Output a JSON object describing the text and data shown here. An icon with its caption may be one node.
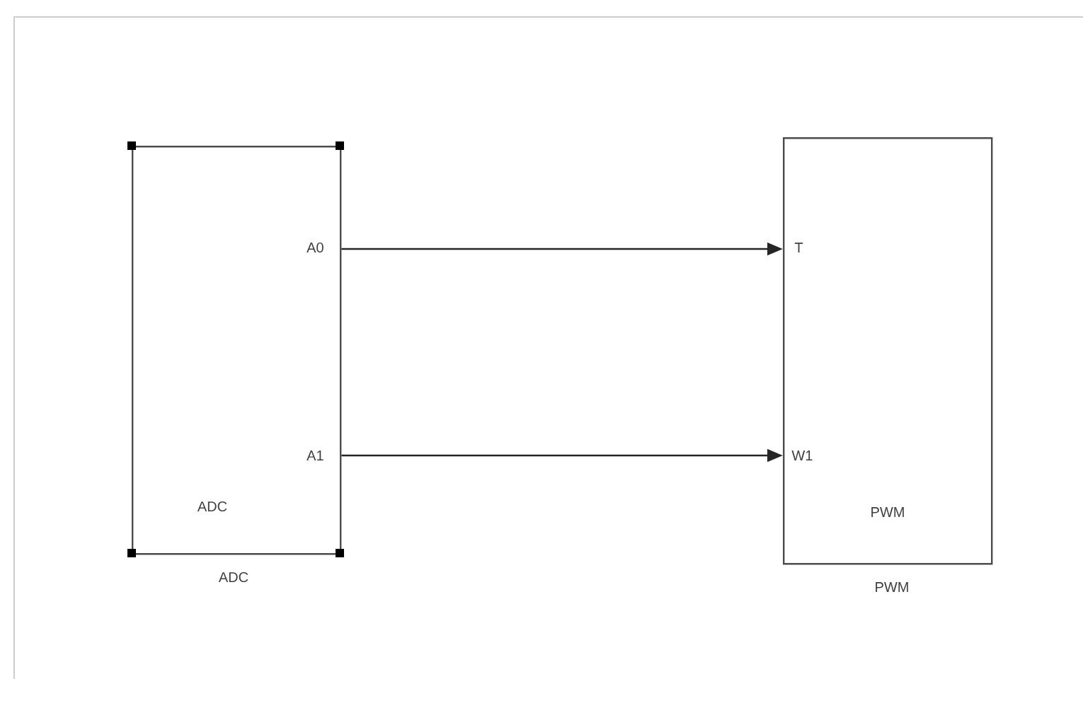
{
  "diagram": {
    "nodes": [
      {
        "text": [
          "A0",
          "A1",
          "ADC"
        ],
        "beside": [
          "ADC"
        ]
      },
      {
        "text": [
          "T",
          "W1",
          "PWM"
        ],
        "beside": [
          "PWM"
        ]
      }
    ],
    "edges": [
      {
        "from": 0,
        "to": 1,
        "arrow": "to"
      },
      {
        "from": 0,
        "to": 1,
        "arrow": "to"
      }
    ]
  }
}
